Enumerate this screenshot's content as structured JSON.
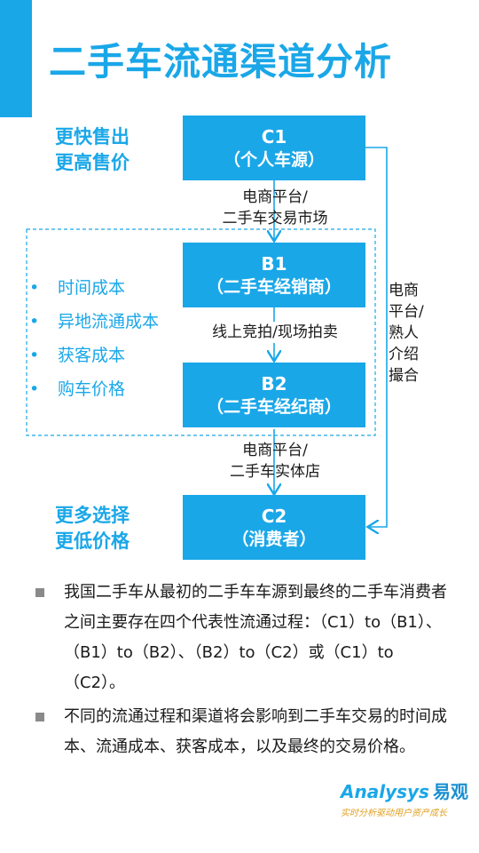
{
  "title": "二手车流通渠道分析",
  "nodes": [
    {
      "code": "C1",
      "label": "（个人车源）"
    },
    {
      "code": "B1",
      "label": "（二手车经销商）"
    },
    {
      "code": "B2",
      "label": "（二手车经纪商）"
    },
    {
      "code": "C2",
      "label": "（消费者）"
    }
  ],
  "seller_benefits": [
    "更快售出",
    "更高售价"
  ],
  "buyer_benefits": [
    "更多选择",
    "更低价格"
  ],
  "edge_labels": {
    "c1_b1": [
      "电商平台/",
      "二手车交易市场"
    ],
    "b1_b2": "线上竞拍/现场拍卖",
    "b2_c2": [
      "电商平台/",
      "二手车实体店"
    ],
    "c1_c2": [
      "电商",
      "平台/",
      "熟人",
      "介绍",
      "撮合"
    ]
  },
  "cost_items": [
    "时间成本",
    "异地流通成本",
    "获客成本",
    "购车价格"
  ],
  "cost_bullet": "•",
  "notes": [
    "我国二手车从最初的二手车车源到最终的二手车消费者之间主要存在四个代表性流通过程：（C1）to（B1）、（B1）to（B2）、（B2）to（C2）或（C1）to（C2）。",
    "不同的流通过程和渠道将会影响到二手车交易的时间成本、流通成本、获客成本，以及最终的交易价格。"
  ],
  "logo": {
    "brand": "Analysys",
    "brand_cn": "易观",
    "tagline": "实时分析驱动用户资产成长"
  },
  "colors": {
    "accent": "#1aa7e8",
    "text": "#1a1a1a",
    "bullet": "#8a8a8a"
  }
}
